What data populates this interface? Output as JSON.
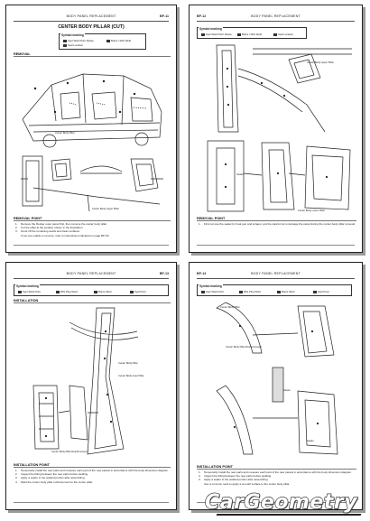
{
  "pages": [
    {
      "header_title": "BODY PANEL REPLACEMENT",
      "page_code": "BP-11",
      "section_title": "CENTER BODY PILLAR (CUT)",
      "legend_title": "Symbol marking",
      "legend_items": [
        "Spot Weld Point Delete",
        "Braze / MIG Weld",
        "Seal Location"
      ],
      "sub_removal": "REMOVAL",
      "callouts": [
        "Center Body Pillar",
        "Center Body Upper Pillar"
      ],
      "sub_point": "REMOVAL POINT",
      "steps": [
        {
          "n": "1.",
          "text": "Remove the Rocker outer panel first, then remove the center body pillar."
        },
        {
          "n": "2.",
          "text": "Cut the pillar at the position shown in the illustration."
        },
        {
          "n": "3.",
          "text": "Grind off the remaining welds and clean surfaces."
        },
        {
          "n": "",
          "text": "If you are unable to remove, refer to instructions indicated on page BP-30."
        }
      ]
    },
    {
      "header_title": "BODY PANEL REPLACEMENT",
      "page_code": "BP-12",
      "legend_title": "Symbol marking",
      "legend_items": [
        "Spot Weld Point Delete",
        "Braze / MIG Weld",
        "Seal Location"
      ],
      "callouts": [
        "Center Body Upper Pillar",
        "Sealer",
        "Center Body Lower Pillar"
      ],
      "sub_point": "REMOVAL POINT",
      "steps": [
        {
          "n": "1.",
          "text": "First remove the sealer by heat gun and scraper, and be careful not to damage the panel during the center body pillar removal."
        }
      ]
    },
    {
      "header_title": "BODY PANEL REPLACEMENT",
      "page_code": "BP-13",
      "legend_title": "Symbol marking",
      "legend_items": [
        "Spot Weld Point",
        "MIG Plug Weld",
        "Braze Weld",
        "Seal Point"
      ],
      "sub_install": "INSTALLATION",
      "callouts": [
        "Center Body Pillar",
        "Center Body Inner Pillar",
        "Center Body Pillar Reinforcement"
      ],
      "sub_point": "INSTALLATION POINT",
      "steps": [
        {
          "n": "1.",
          "text": "Temporarily install the new parts and measure each part of the new panels in accordance with the body dimension diagram."
        },
        {
          "n": "2.",
          "text": "Inspect the fitting between the new parts before welding."
        },
        {
          "n": "3.",
          "text": "Apply a sealer to the welded portion after assembling."
        },
        {
          "n": "4.",
          "text": "Weld the center body pillar reinforcement to the center pillar."
        }
      ]
    },
    {
      "header_title": "BODY PANEL REPLACEMENT",
      "page_code": "BP-14",
      "legend_title": "Symbol marking",
      "legend_items": [
        "Spot Weld Point",
        "MIG Plug Weld",
        "Braze Weld",
        "Seal Point"
      ],
      "callouts": [
        "Center Body Pillar",
        "Center Body Pillar Reinforcement",
        "Sealer",
        "Sealer"
      ],
      "sub_point": "INSTALLATION POINT",
      "steps": [
        {
          "n": "1.",
          "text": "Temporarily install the new parts and measure each part of the new panels in accordance with the body dimension diagram."
        },
        {
          "n": "2.",
          "text": "Inspect the fitting between the new parts before welding."
        },
        {
          "n": "3.",
          "text": "Apply a sealer to the welded portion after assembling."
        },
        {
          "n": "",
          "text": "Use a common tools to apply a smooth surface to the center body pillar."
        }
      ]
    }
  ],
  "brand": {
    "text": "CarGeometry"
  }
}
